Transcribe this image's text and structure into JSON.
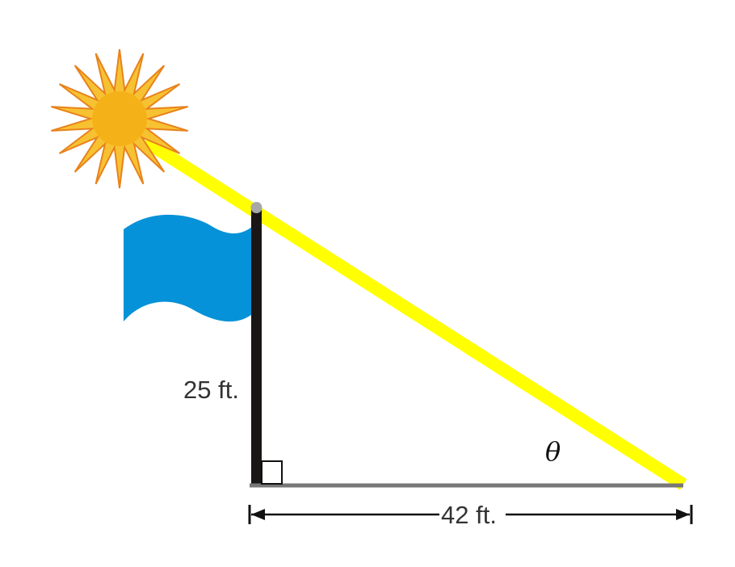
{
  "labels": {
    "height": "25 ft.",
    "base": "42 ft.",
    "angle": "θ"
  },
  "colors": {
    "sun_ray": "#ffff00",
    "sun_core": "#f7b21a",
    "sun_rays_outline": "#e8821c",
    "flag": "#0592d8",
    "pole": "#1a1616",
    "pole_cap": "#a8a8a8",
    "ground": "#777777",
    "dimension_line": "#111111"
  },
  "icons": {
    "sun": "sun-icon",
    "flag": "flag-icon"
  }
}
